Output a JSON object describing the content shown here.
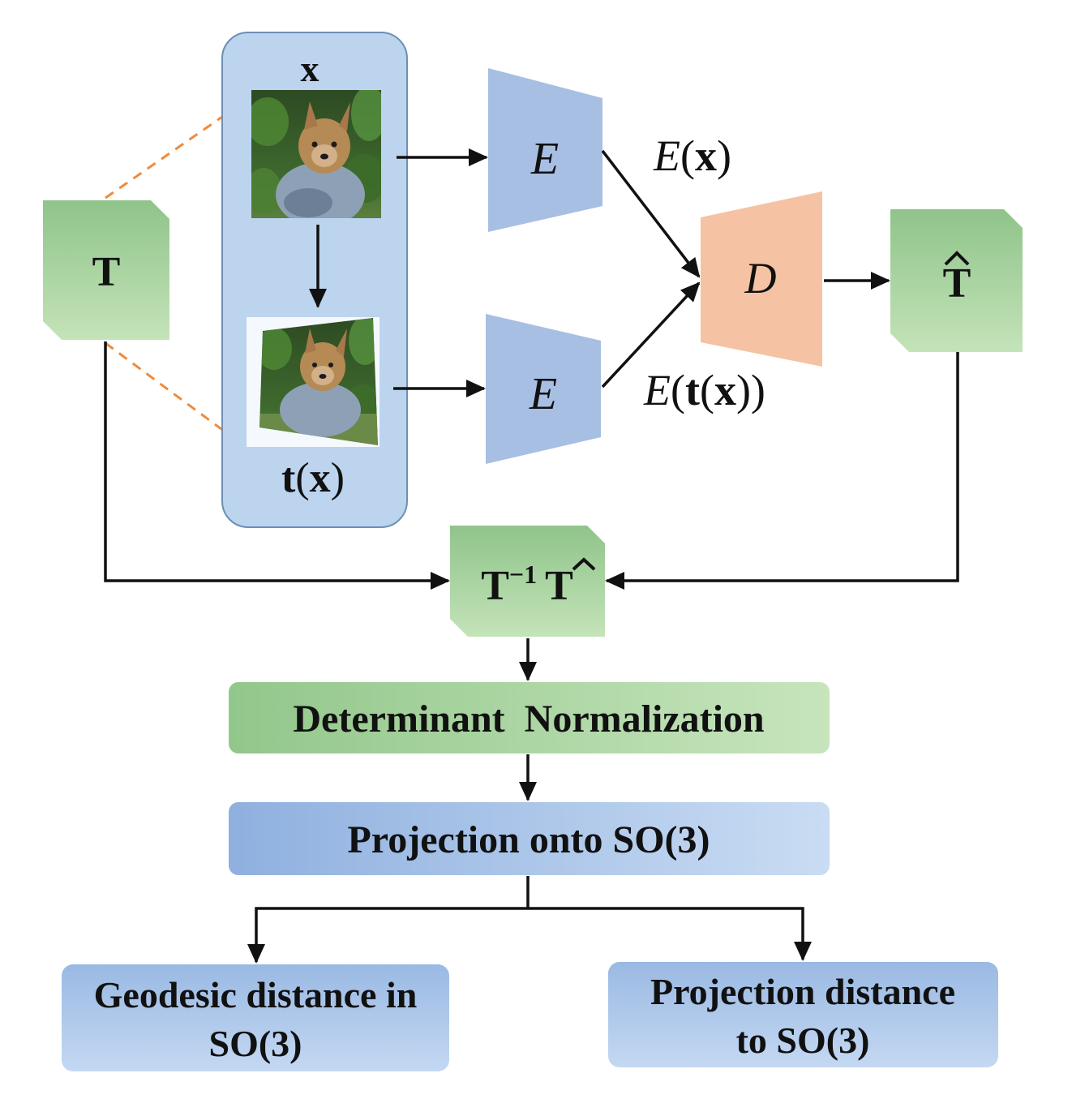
{
  "pair_panel": {
    "top_label": "x",
    "bottom_label_t": "t",
    "bottom_label_paren_open": "(",
    "bottom_label_x": "x",
    "bottom_label_paren_close": ")",
    "image_subject": "dog-photo"
  },
  "transform_box": {
    "label": "T"
  },
  "encoders": [
    {
      "label": "E"
    },
    {
      "label": "E"
    }
  ],
  "encoder_outputs": {
    "top": {
      "func": "E",
      "open": "(",
      "arg": "x",
      "close": ")"
    },
    "bottom": {
      "func": "E",
      "open": "(",
      "arg_t": "t",
      "open2": "(",
      "arg_x": "x",
      "close": "))"
    }
  },
  "decoder": {
    "label": "D"
  },
  "estimate_box": {
    "label": "T",
    "hat": "^"
  },
  "composite_box": {
    "base": "T",
    "exponent": "−1",
    "hat_base": "T",
    "hat": "^"
  },
  "steps": {
    "determinant_normalization": "Determinant  Normalization",
    "projection": "Projection onto SO(3)",
    "geodesic_line1": "Geodesic distance in",
    "geodesic_line2": "SO(3)",
    "projdist_line1": "Projection distance",
    "projdist_line2": "to SO(3)"
  },
  "colors": {
    "green_dark": "#8fc48a",
    "green_light": "#bfe0b3",
    "blue_panel": "#bcd4ee",
    "blue_panel_border": "#6d8fb5",
    "encoder_blue": "#a7bfe2",
    "decoder_orange": "#f5c2a3",
    "dashed_orange": "#ef8a3c",
    "step_blue_dark": "#8fb0df",
    "step_blue_light": "#c4d8f2",
    "text": "#111111"
  }
}
